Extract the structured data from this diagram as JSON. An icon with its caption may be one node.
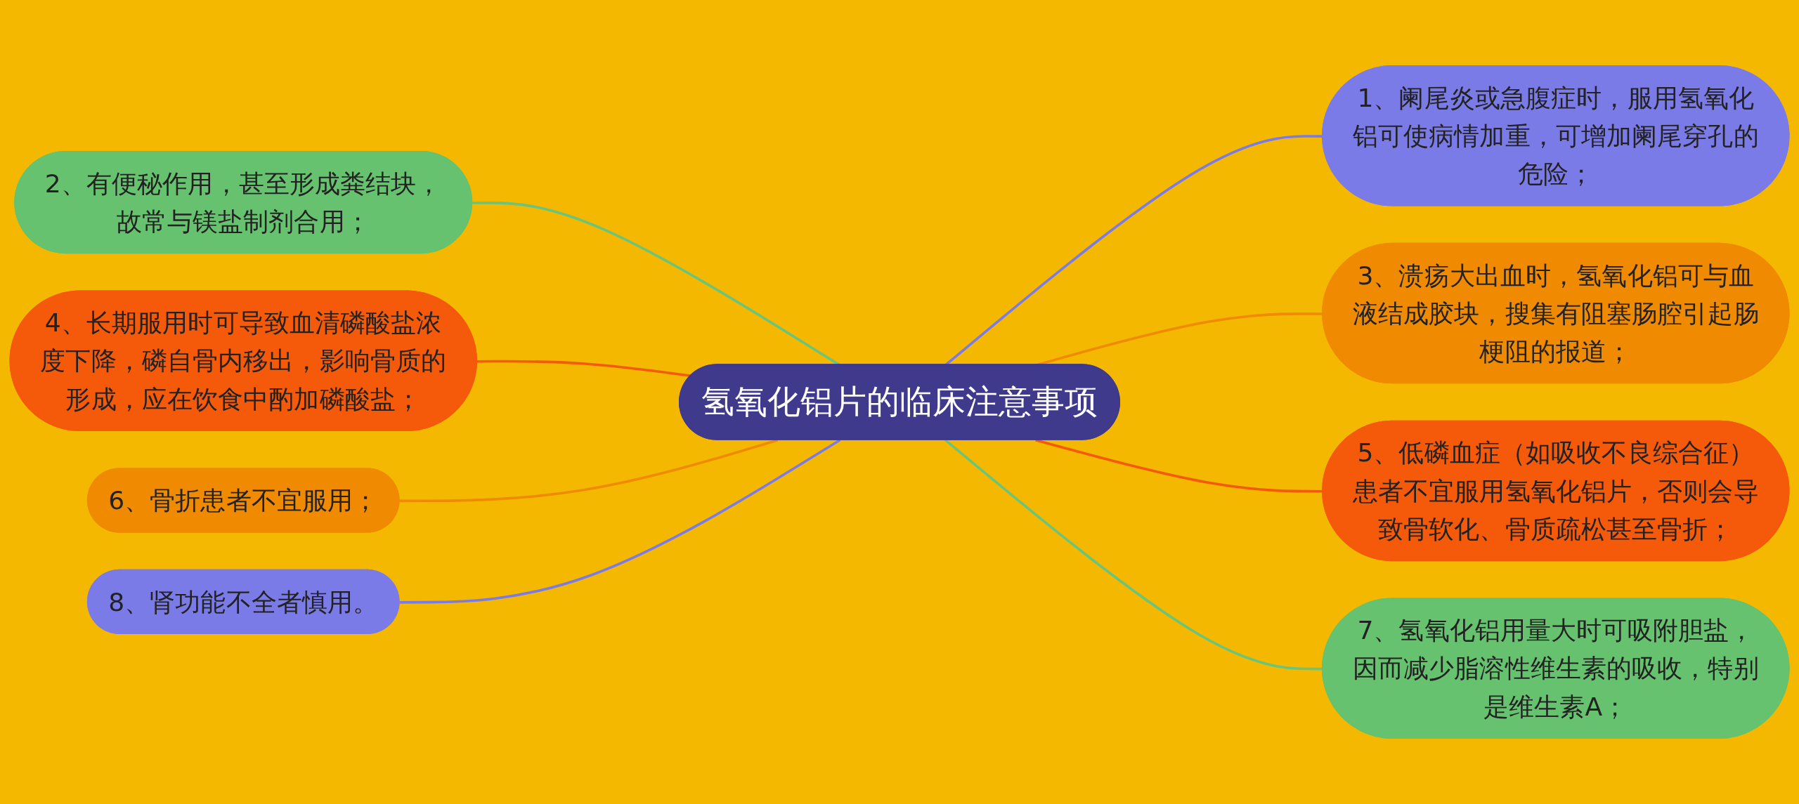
{
  "diagram": {
    "nodes": [
      {
        "text": [
          "氢氧化铝片的临床注意事项"
        ]
      },
      {
        "text": [
          "1、阑尾炎或急腹症时，服用氢氧化铝可使病情加重，可增加阑尾穿孔的危险；"
        ]
      },
      {
        "text": [
          "2、有便秘作用，甚至形成粪结块，故常与镁盐制剂合用；"
        ]
      },
      {
        "text": [
          "3、溃疡大出血时，氢氧化铝可与血液结成胶块，搜集有阻塞肠腔引起肠梗阻的报道；"
        ]
      },
      {
        "text": [
          "4、长期服用时可导致血清磷酸盐浓度下降，磷自骨内移出，影响骨质的形成，应在饮食中酌加磷酸盐；"
        ]
      },
      {
        "text": [
          "5、低磷血症（如吸收不良综合征）患者不宜服用氢氧化铝片，否则会导致骨软化、骨质疏松甚至骨折；"
        ]
      },
      {
        "text": [
          "6、骨折患者不宜服用；"
        ]
      },
      {
        "text": [
          "7、氢氧化铝用量大时可吸附胆盐，因而减少脂溶性维生素的吸收，特别是维生素A；"
        ]
      },
      {
        "text": [
          "8、肾功能不全者慎用。"
        ]
      }
    ],
    "edges": [
      {
        "from": 0,
        "to": 1,
        "arrow": "none",
        "color": "#7b7be8"
      },
      {
        "from": 2,
        "to": 0,
        "arrow": "none",
        "color": "#6cc47a"
      },
      {
        "from": 0,
        "to": 3,
        "arrow": "none",
        "color": "#f08a00"
      },
      {
        "from": 4,
        "to": 0,
        "arrow": "none",
        "color": "#f45a0a"
      },
      {
        "from": 0,
        "to": 5,
        "arrow": "none",
        "color": "#f45a0a"
      },
      {
        "from": 6,
        "to": 0,
        "arrow": "none",
        "color": "#f08a00"
      },
      {
        "from": 0,
        "to": 7,
        "arrow": "none",
        "color": "#6cc47a"
      },
      {
        "from": 8,
        "to": 0,
        "arrow": "none",
        "color": "#7b7be8"
      }
    ]
  }
}
